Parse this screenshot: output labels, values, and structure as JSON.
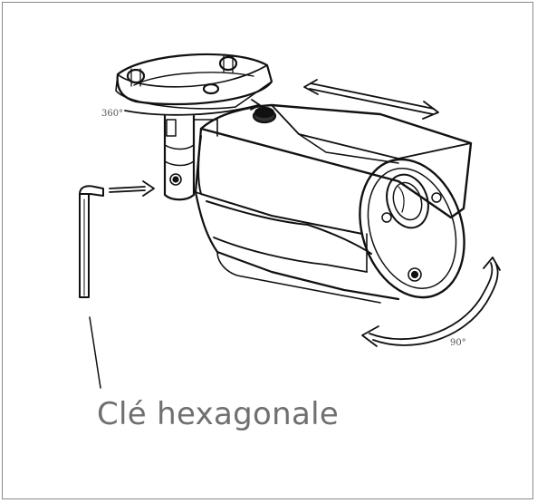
{
  "diagram": {
    "callout_label": "Clé hexagonale",
    "pan_angle_label": "360°",
    "tilt_angle_label": "90°"
  }
}
